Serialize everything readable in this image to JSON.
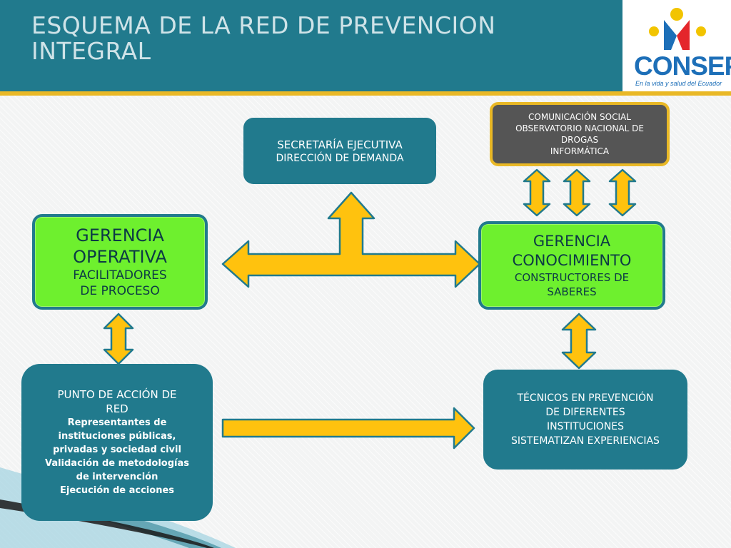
{
  "slide": {
    "title_lines": [
      "ESQUEMA DE LA  RED DE PREVENCION",
      "INTEGRAL"
    ],
    "logo": {
      "name": "CONSEP",
      "tagline": "En la vida y salud del Ecuador"
    }
  },
  "diagram": {
    "secretaria": {
      "line1": "SECRETARÍA EJECUTIVA",
      "line2": "DIRECCIÓN DE DEMANDA"
    },
    "comunicacion": {
      "lines": [
        "COMUNICACIÓN SOCIAL",
        "OBSERVATORIO NACIONAL DE",
        "DROGAS",
        "INFORMÁTICA"
      ]
    },
    "gerencia_operativa": {
      "title_lines": [
        "GERENCIA",
        "OPERATIVA"
      ],
      "sub_lines": [
        "FACILITADORES",
        "DE PROCESO"
      ]
    },
    "gerencia_conocimiento": {
      "title_lines": [
        "GERENCIA",
        "CONOCIMIENTO"
      ],
      "sub_lines": [
        "CONSTRUCTORES DE",
        "SABERES"
      ]
    },
    "punto_accion": {
      "title_lines": [
        "PUNTO DE ACCIÓN DE",
        "RED"
      ],
      "lines": [
        "Representantes de",
        "instituciones públicas,",
        "privadas  y sociedad civil",
        "Validación de metodologías",
        "de intervención",
        "Ejecución de acciones"
      ]
    },
    "tecnicos": {
      "lines": [
        "TÉCNICOS  EN PREVENCIÓN",
        "DE DIFERENTES",
        "INSTITUCIONES",
        "SISTEMATIZAN EXPERIENCIAS"
      ]
    }
  },
  "colors": {
    "teal": "#217a8d",
    "green": "#6ef02e",
    "gold": "#e9b826",
    "dark": "#555555",
    "arrow": "#ffc20e"
  }
}
